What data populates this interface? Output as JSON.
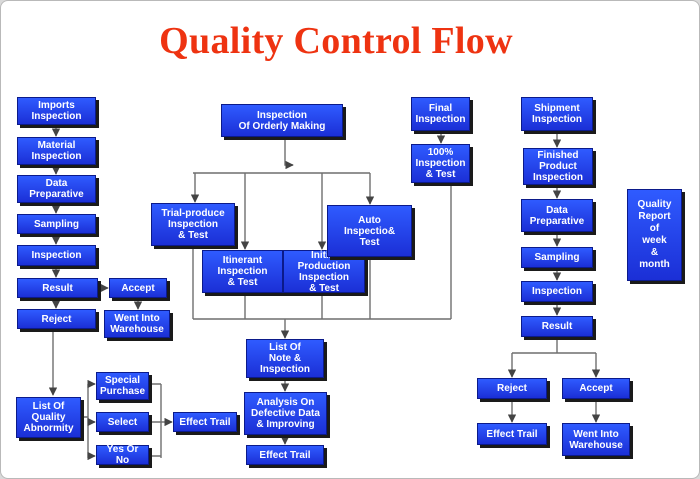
{
  "title": "Quality Control Flow",
  "colors": {
    "title": "#ee3311",
    "box": "#2442ee",
    "line": "#6f6f6f"
  },
  "boxes": {
    "imports_inspection": "Imports\nInspection",
    "material_inspection": "Material\nInspection",
    "data_preparative_left": "Data\nPreparative",
    "sampling_left": "Sampling",
    "inspection_left": "Inspection",
    "result_left": "Result",
    "accept_left": "Accept",
    "reject_left": "Reject",
    "went_into_warehouse_left": "Went Into\nWarehouse",
    "list_of_quality_abnormity": "List Of\nQuality\nAbnormity",
    "special_purchase": "Special\nPurchase",
    "select": "Select",
    "yes_or_no": "Yes Or No",
    "effect_trail_left": "Effect Trail",
    "inspection_of_orderly_making": "Inspection\nOf Orderly Making",
    "trial_produce": "Trial-produce\nInspection\n& Test",
    "itinerant": "Itinerant\nInspection\n& Test",
    "initial_production": "Initial\nProduction\nInspection\n& Test",
    "auto_inspection": "Auto\nInspectio&\nTest",
    "final_inspection": "Final\nInspection",
    "hundred_percent": "100%\nInspection\n& Test",
    "list_of_note": "List Of\nNote &\nInspection",
    "analysis": "Analysis On\nDefective Data\n& Improving",
    "effect_trail_middle": "Effect Trail",
    "shipment_inspection": "Shipment\nInspection",
    "finished_product": "Finished\nProduct\nInspection",
    "data_preparative_right": "Data\nPreparative",
    "sampling_right": "Sampling",
    "inspection_right": "Inspection",
    "result_right": "Result",
    "reject_right": "Reject",
    "accept_right": "Accept",
    "effect_trail_right": "Effect Trail",
    "went_into_warehouse_right": "Went Into\nWarehouse",
    "quality_report": "Quality\nReport\nof\nweek\n&\nmonth"
  }
}
